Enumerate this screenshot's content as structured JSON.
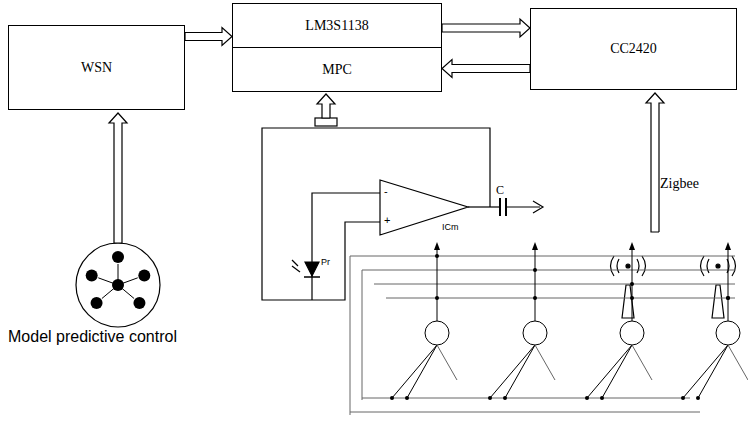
{
  "diagram": {
    "nodes": [
      {
        "text": [
          "WSN"
        ]
      },
      {
        "text": [
          "LM3S1138"
        ]
      },
      {
        "text": [
          "MPC"
        ]
      },
      {
        "text": [
          "CC2420"
        ]
      }
    ],
    "edges": [
      {
        "from": 0,
        "to": 1,
        "arrow": "to"
      },
      {
        "from": 1,
        "to": 3,
        "arrow": "to"
      },
      {
        "from": 3,
        "to": 2,
        "arrow": "to"
      }
    ],
    "labels": [
      "Zigbee",
      "Model predictive control",
      "ICm",
      "Pr",
      "C",
      "-",
      "+"
    ]
  }
}
